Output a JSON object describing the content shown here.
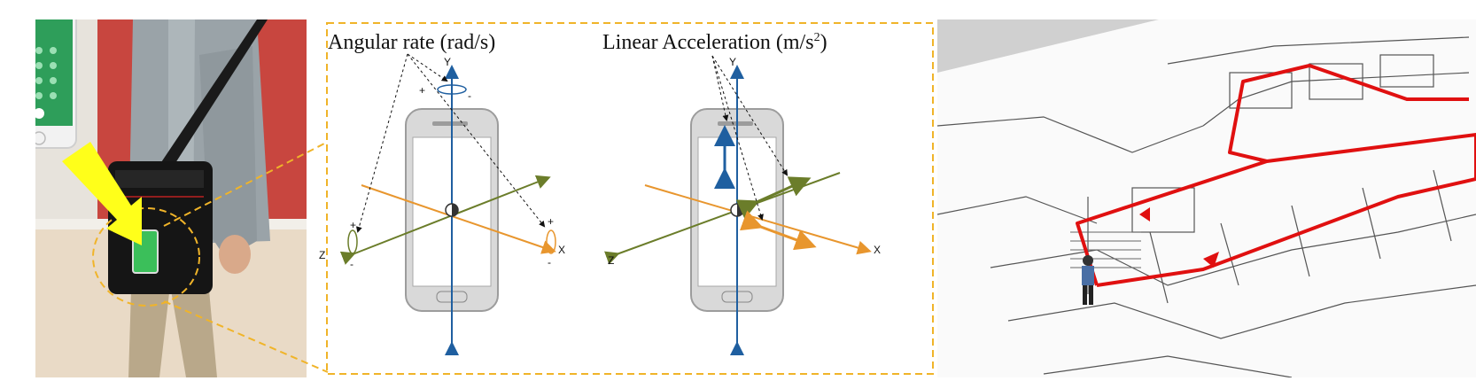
{
  "diagram": {
    "left_title": "Angular rate (rad/s)",
    "right_title_main": "Linear Acceleration (m/s",
    "right_title_sup": "2",
    "right_title_close": ")",
    "axis_x": "X",
    "axis_y": "Y",
    "axis_z": "Z",
    "plus": "+",
    "minus": "-"
  },
  "colors": {
    "dashed_border": "#f0b429",
    "x_axis": "#e8962e",
    "y_axis": "#1f5fa0",
    "z_axis": "#6b7d2a",
    "route": "#e01010",
    "highlight_arrow": "#ffff1a"
  }
}
